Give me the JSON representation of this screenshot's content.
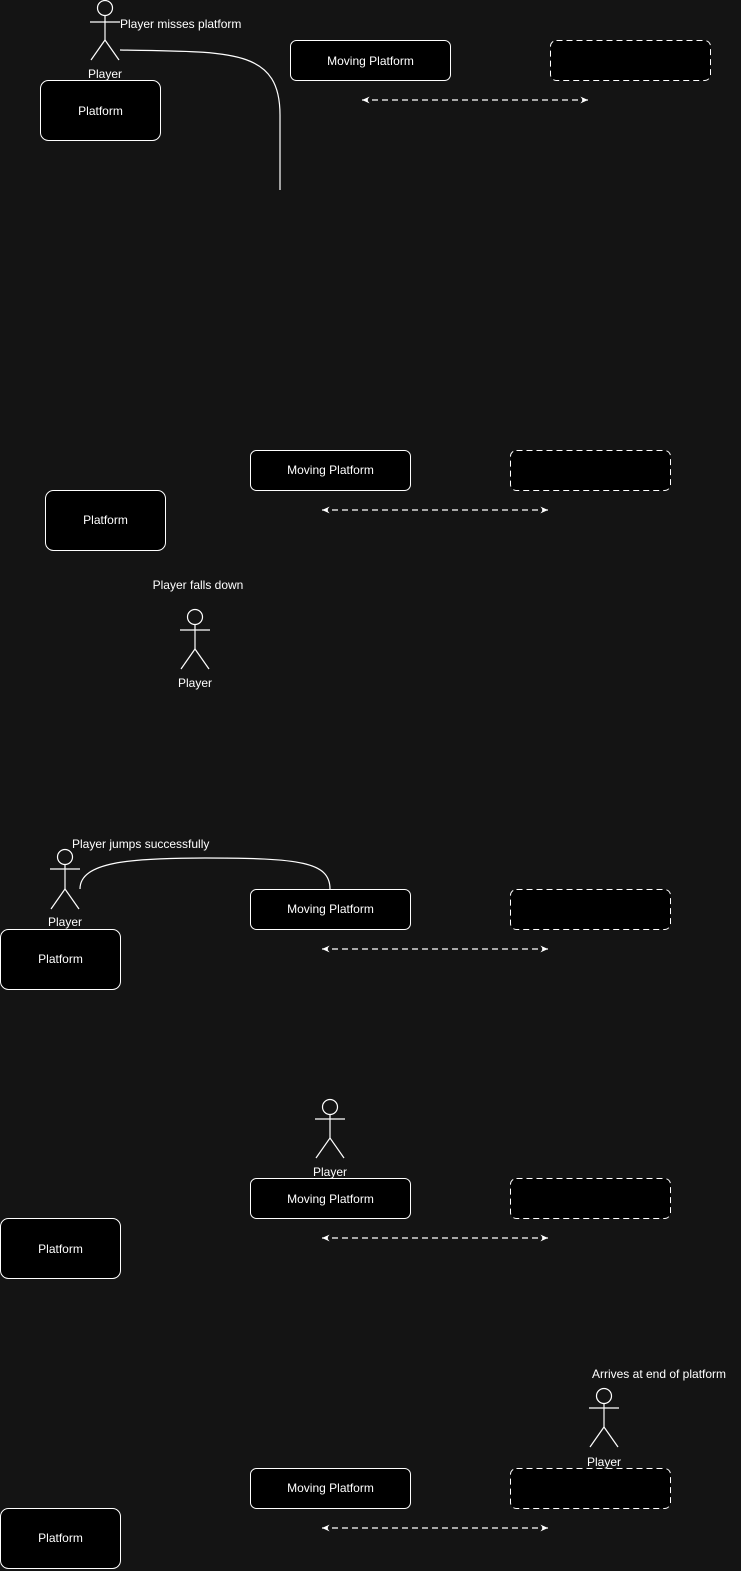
{
  "colors": {
    "background": "#141414",
    "stroke": "#ffffff",
    "box_fill": "#000000"
  },
  "scene1": {
    "caption": "Player misses platform",
    "player": "Player",
    "platform": "Platform",
    "moving_platform": "Moving Platform"
  },
  "scene2": {
    "caption": "Player falls down",
    "player": "Player",
    "platform": "Platform",
    "moving_platform": "Moving Platform"
  },
  "scene3": {
    "caption": "Player jumps successfully",
    "player": "Player",
    "platform": "Platform",
    "moving_platform": "Moving Platform"
  },
  "scene4": {
    "player": "Player",
    "platform": "Platform",
    "moving_platform": "Moving Platform"
  },
  "scene5": {
    "caption": "Arrives at end of platform",
    "player": "Player",
    "platform": "Platform",
    "moving_platform": "Moving Platform"
  }
}
